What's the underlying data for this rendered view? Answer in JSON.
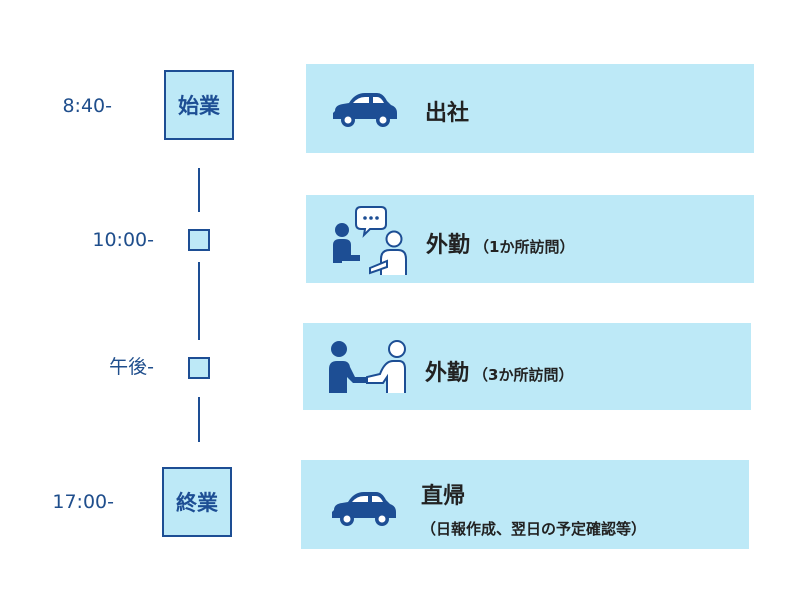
{
  "timeline": {
    "items": [
      {
        "time": "8:40-",
        "badge": "始業",
        "title": "出社",
        "note": ""
      },
      {
        "time": "10:00-",
        "badge": "",
        "title": "外勤",
        "note": "（1か所訪問）"
      },
      {
        "time": "午後-",
        "badge": "",
        "title": "外勤",
        "note": "（3か所訪問）"
      },
      {
        "time": "17:00-",
        "badge": "終業",
        "title": "直帰",
        "note": "（日報作成、翌日の予定確認等）"
      }
    ]
  },
  "icons": [
    "car-icon",
    "conversation-icon",
    "handshake-icon",
    "car-icon"
  ],
  "colors": {
    "accent": "#1d4e94",
    "card": "#bde9f7",
    "text": "#222222"
  }
}
